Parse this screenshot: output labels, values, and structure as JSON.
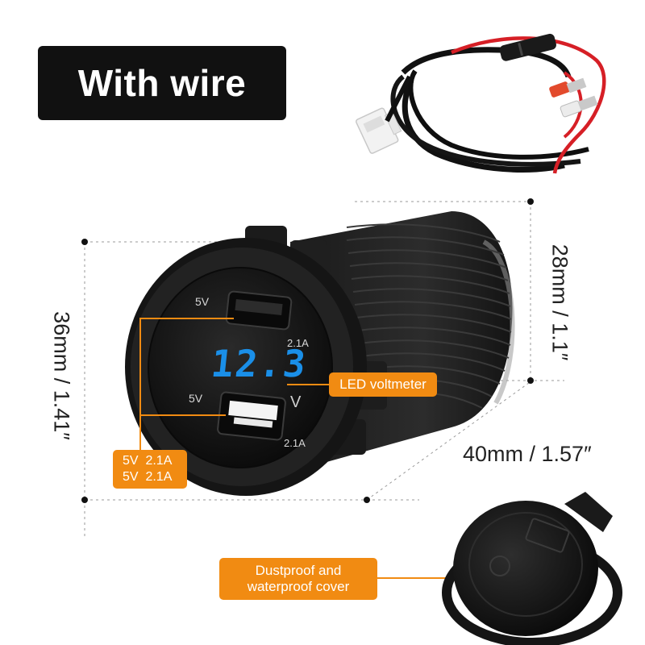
{
  "header": {
    "badge_label": "With wire"
  },
  "dimensions": {
    "height_label": "36mm / 1.41″",
    "depth_label": "28mm / 1.1″",
    "width_label": "40mm / 1.57″"
  },
  "socket": {
    "voltage_reading": "12.3",
    "voltage_unit": "V",
    "port_top_voltage": "5V",
    "port_top_current": "2.1A",
    "port_bottom_voltage": "5V",
    "port_bottom_current": "2.1A"
  },
  "callouts": {
    "led": "LED voltmeter",
    "usb_line1": "5V  2.1A",
    "usb_line2": "5V  2.1A",
    "cover_line1": "Dustproof and",
    "cover_line2": "waterproof cover"
  },
  "colors": {
    "callout": "#f18b12",
    "display": "#1a8fe8",
    "badge": "#111111"
  }
}
